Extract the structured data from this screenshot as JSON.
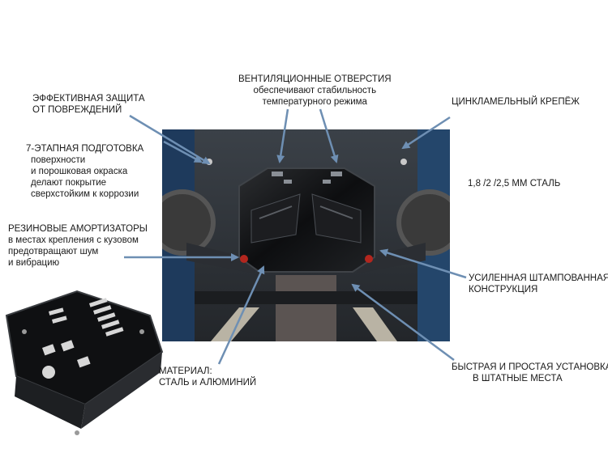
{
  "labels": {
    "protection_title": "ЭФФЕКТИВНАЯ ЗАЩИТА",
    "protection_sub": "ОТ ПОВРЕЖДЕНИЙ",
    "vent_title": "ВЕНТИЛЯЦИОННЫЕ ОТВЕРСТИЯ",
    "vent_line1": "обеспечивают стабильность",
    "vent_line2": "температурного режима",
    "fastener": "ЦИНКЛАМЕЛЬНЫЙ КРЕПЁЖ",
    "prep_title": "7-ЭТАПНАЯ ПОДГОТОВКА",
    "prep_line1": "поверхности",
    "prep_line2": "и порошковая окраска",
    "prep_line3": "делают покрытие",
    "prep_line4": "сверхстойким к коррозии",
    "steel": "1,8 /2 /2,5 ММ СТАЛЬ",
    "rubber_title": "РЕЗИНОВЫЕ АМОРТИЗАТОРЫ",
    "rubber_line1": "в местах крепления с кузовом",
    "rubber_line2": "предотвращают шум",
    "rubber_line3": "и вибрацию",
    "stamped_line1": "УСИЛЕННАЯ ШТАМПОВАННАЯ",
    "stamped_line2": "КОНСТРУКЦИЯ",
    "material_line1": "МАТЕРИАЛ:",
    "material_line2": "СТАЛЬ и АЛЮМИНИЙ",
    "install_line1": "БЫСТРАЯ И ПРОСТАЯ УСТАНОВКА",
    "install_line2": "В ШТАТНЫЕ МЕСТА"
  },
  "colors": {
    "arrow": "#6e8fb3",
    "photo_bg": "#2a2d31",
    "plate": "#121315"
  }
}
